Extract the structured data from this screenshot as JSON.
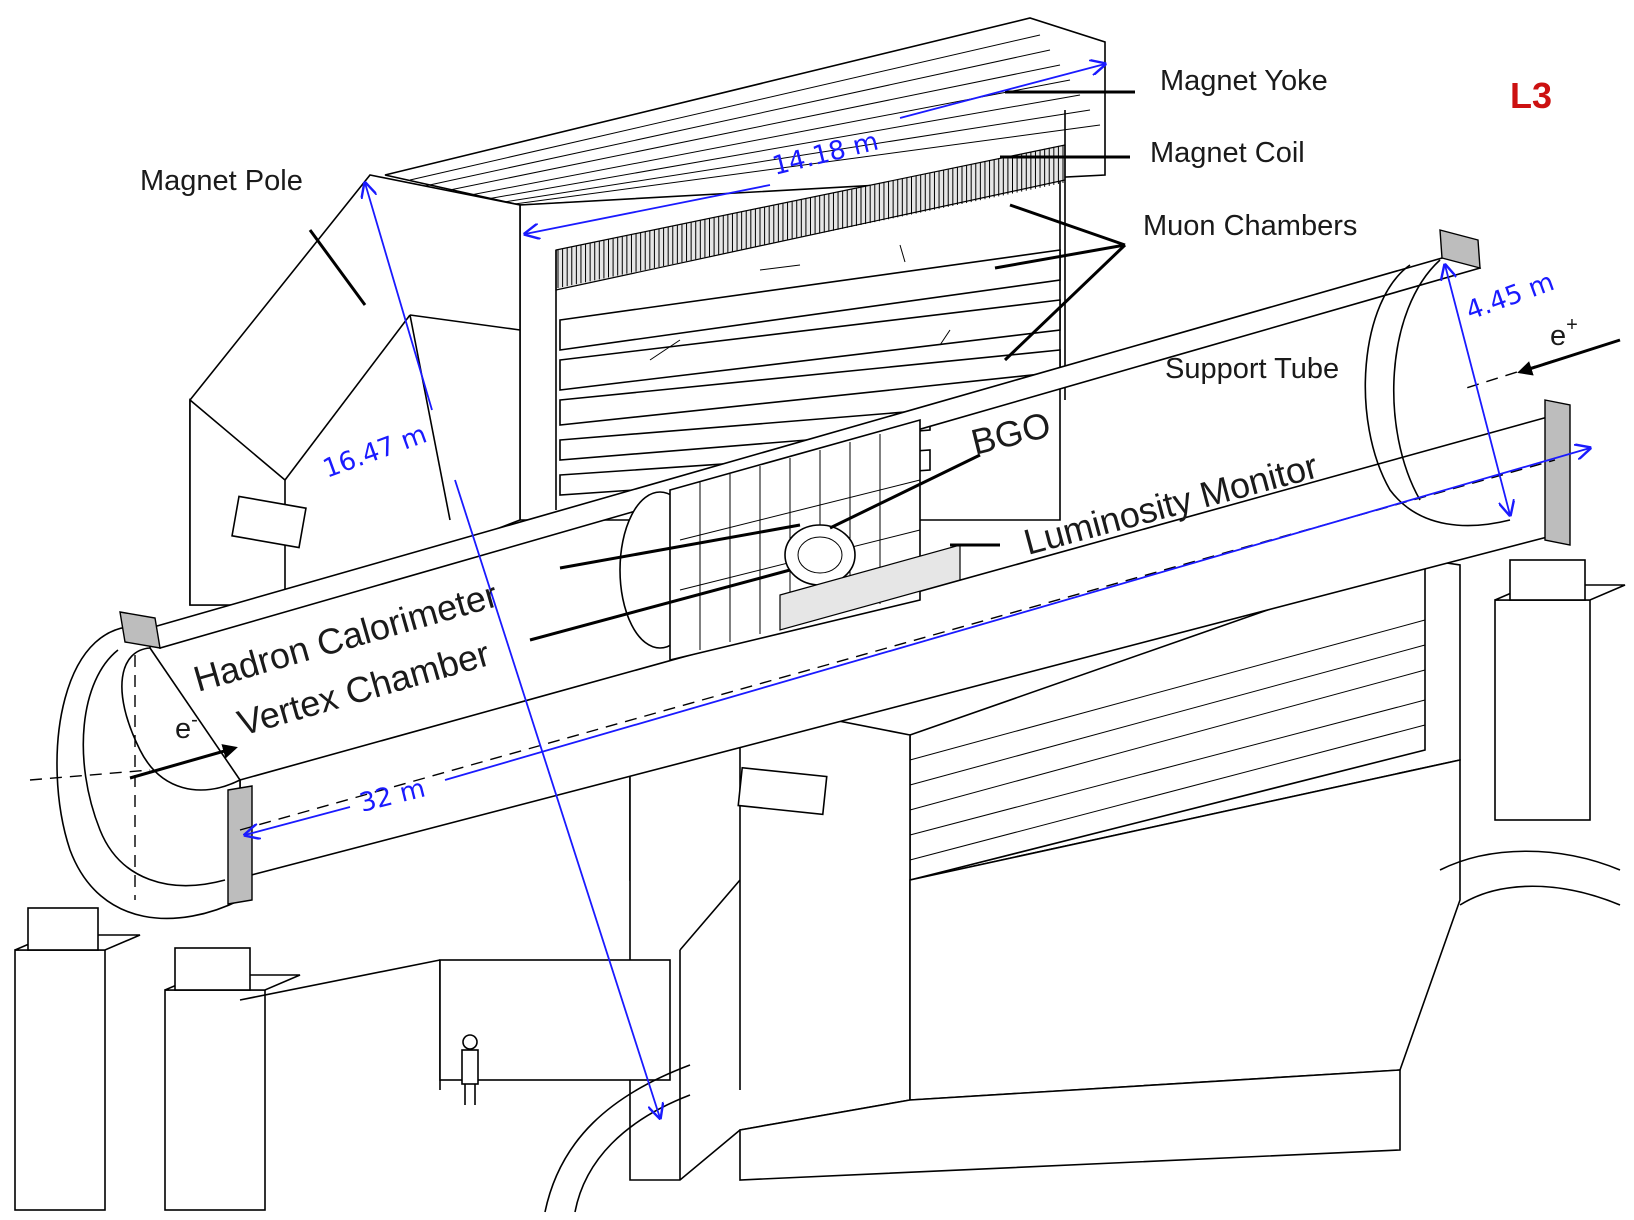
{
  "title": "L3",
  "labels": {
    "magnet_yoke": "Magnet Yoke",
    "magnet_coil": "Magnet Coil",
    "muon_chambers": "Muon Chambers",
    "magnet_pole": "Magnet Pole",
    "support_tube": "Support Tube",
    "bgo": "BGO",
    "luminosity_monitor": "Luminosity Monitor",
    "hadron_calorimeter": "Hadron Calorimeter",
    "vertex_chamber": "Vertex Chamber",
    "e_minus": "e",
    "e_minus_sup": "-",
    "e_plus": "e",
    "e_plus_sup": "+"
  },
  "dimensions": {
    "yoke_length": "14.18 m",
    "pole_height": "16.47 m",
    "tube_diameter": "4.45 m",
    "tube_length": "32 m"
  },
  "colors": {
    "title": "#cc1111",
    "dimension_lines": "#1a1aff",
    "line_art": "#000000"
  }
}
